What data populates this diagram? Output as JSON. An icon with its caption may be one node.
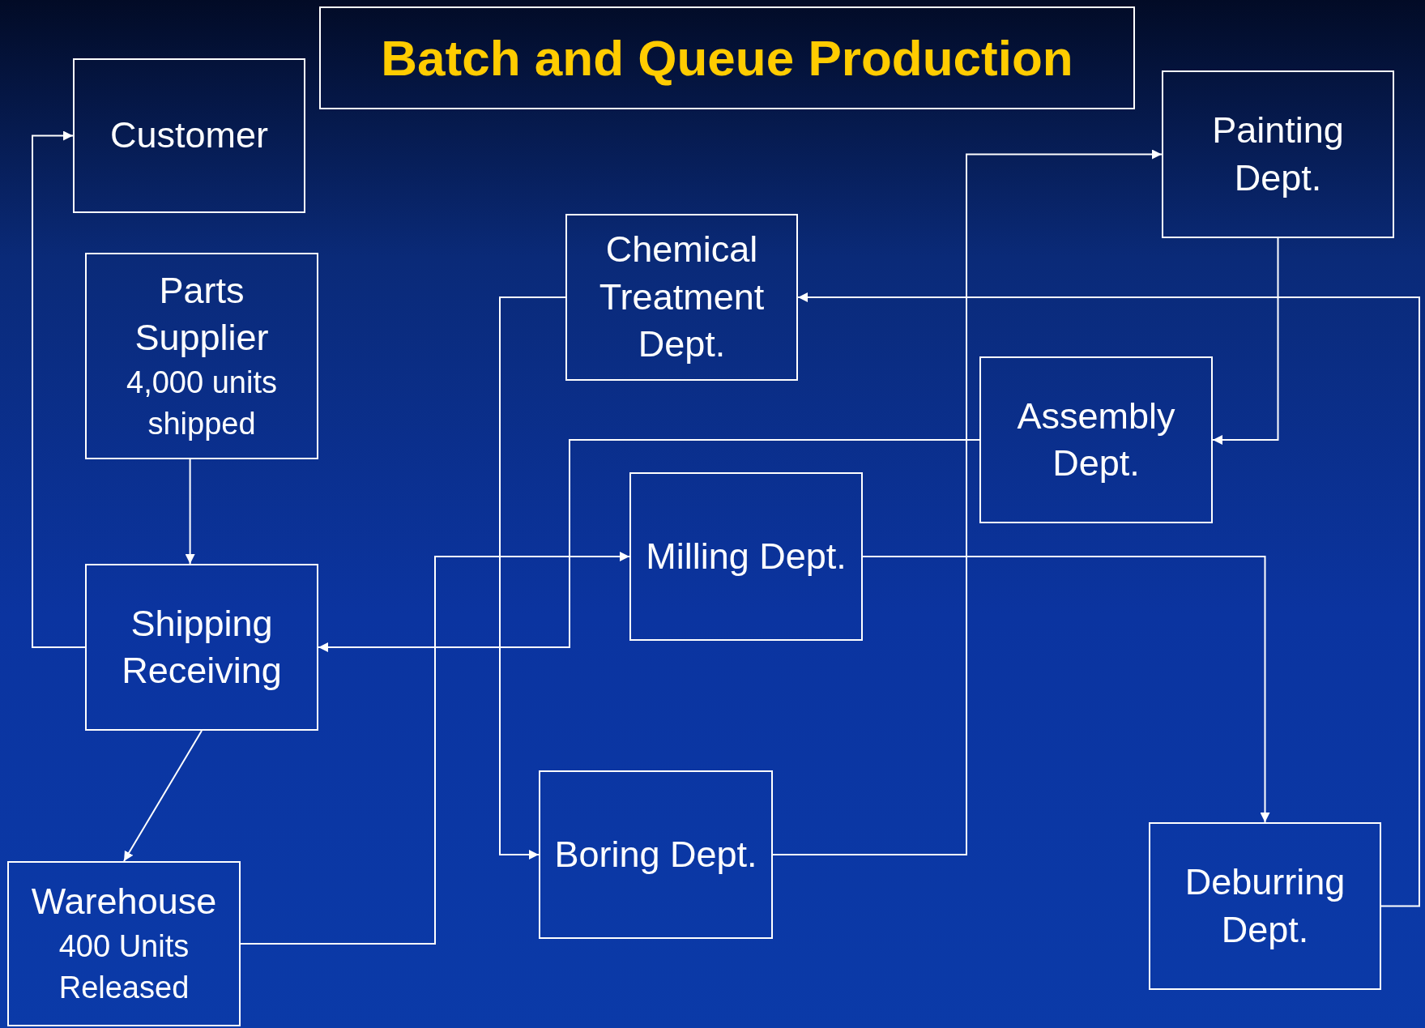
{
  "diagram": {
    "title": "Batch and Queue Production",
    "nodes": [
      {
        "text": [
          "Customer"
        ]
      },
      {
        "text": [
          "Parts Supplier",
          "4,000 units shipped"
        ]
      },
      {
        "text": [
          "Shipping Receiving"
        ]
      },
      {
        "text": [
          "Warehouse",
          "400 Units Released"
        ]
      },
      {
        "text": [
          "Chemical Treatment Dept."
        ]
      },
      {
        "text": [
          "Painting Dept."
        ]
      },
      {
        "text": [
          "Assembly Dept."
        ]
      },
      {
        "text": [
          "Milling Dept."
        ]
      },
      {
        "text": [
          "Boring Dept."
        ]
      },
      {
        "text": [
          "Deburring Dept."
        ]
      }
    ],
    "edges": [
      {
        "from": 2,
        "to": 0,
        "arrow": "to"
      },
      {
        "from": 1,
        "to": 2,
        "arrow": "to"
      },
      {
        "from": 2,
        "to": 3,
        "arrow": "to"
      },
      {
        "from": 3,
        "to": 7,
        "arrow": "to"
      },
      {
        "from": 7,
        "to": 9,
        "arrow": "to"
      },
      {
        "from": 9,
        "to": 4,
        "arrow": "to"
      },
      {
        "from": 4,
        "to": 8,
        "arrow": "to"
      },
      {
        "from": 8,
        "to": 5,
        "arrow": "to"
      },
      {
        "from": 5,
        "to": 6,
        "arrow": "to"
      },
      {
        "from": 6,
        "to": 2,
        "arrow": "to"
      }
    ]
  }
}
